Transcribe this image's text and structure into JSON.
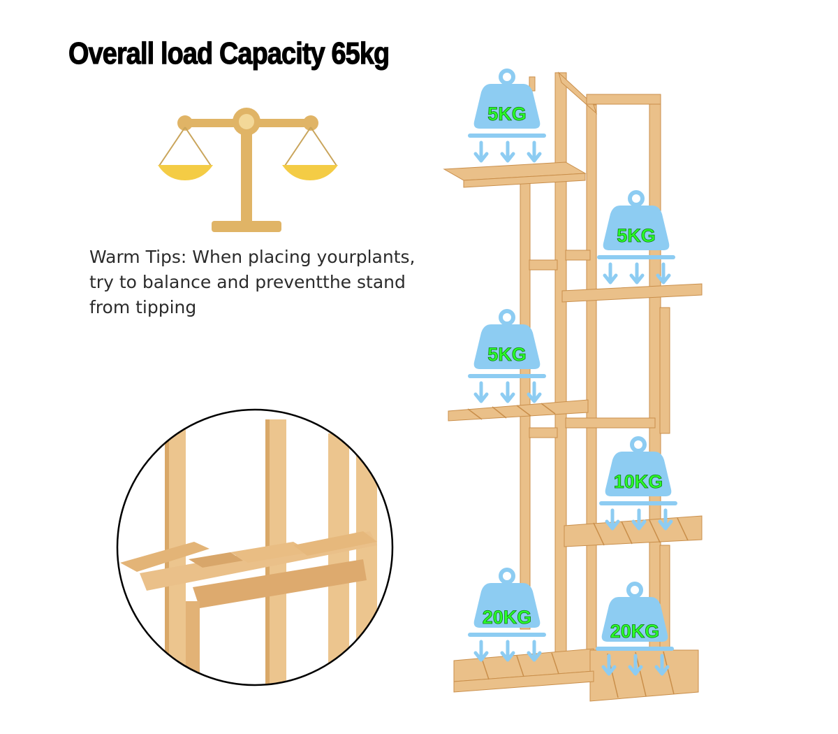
{
  "title": "Overall load Capacity 65kg",
  "tips": {
    "line1": "Warm Tips: When placing yourplants,",
    "line2": "try to balance and preventthe stand",
    "line3": "from tipping"
  },
  "weights": {
    "top_left": "5KG",
    "upper_right": "5KG",
    "middle_left": "5KG",
    "middle_right": "10KG",
    "bottom_left": "20KG",
    "bottom_right": "20KG"
  },
  "colors": {
    "wood": "#e6b97c",
    "wood_dark": "#c98e4a",
    "scale_gold": "#e0b466",
    "pan_yellow": "#f4cc45",
    "weight_blue": "#8dccf2",
    "label_green": "#2bff2b"
  },
  "icons": [
    "balance-scale-icon",
    "weight-icon",
    "down-arrow-icon"
  ]
}
